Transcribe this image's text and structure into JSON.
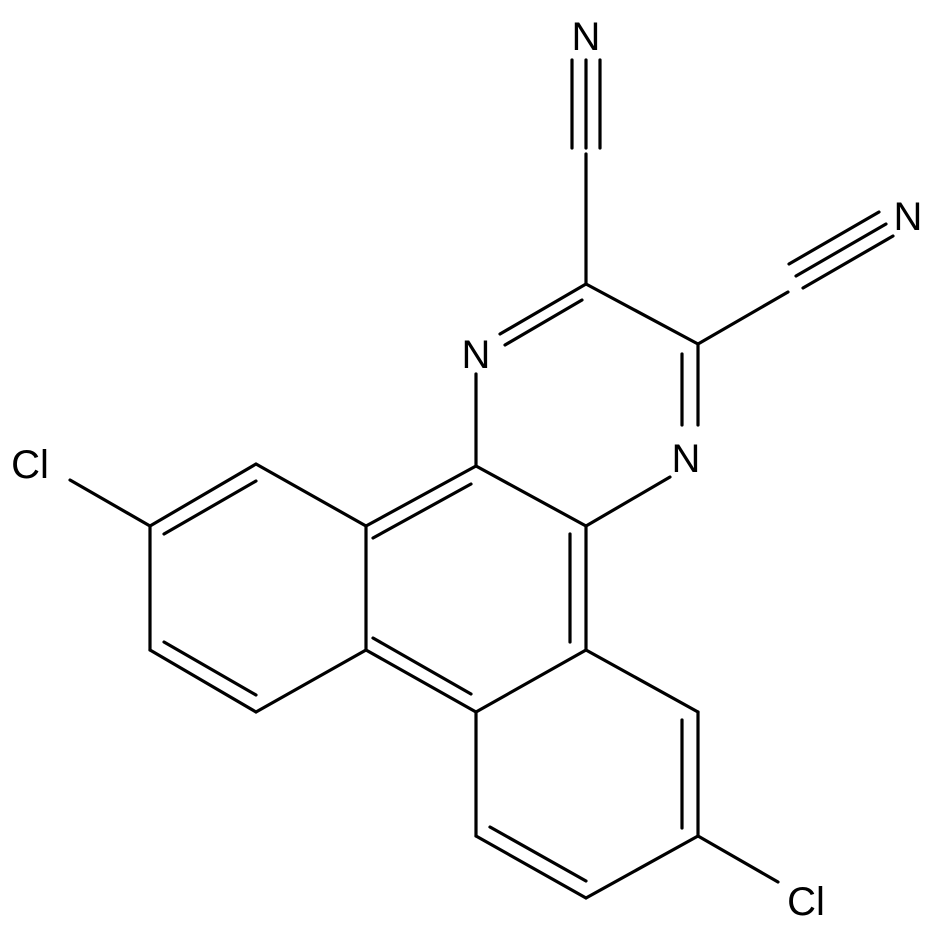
{
  "molecule": {
    "atoms": {
      "nitrile_n_top": "N",
      "nitrile_n_right": "N",
      "pyrazine_n_left": "N",
      "pyrazine_n_right": "N",
      "chloro_left": "Cl",
      "chloro_bottom": "Cl"
    }
  },
  "colors": {
    "bond": "#000000",
    "background": "#ffffff"
  }
}
